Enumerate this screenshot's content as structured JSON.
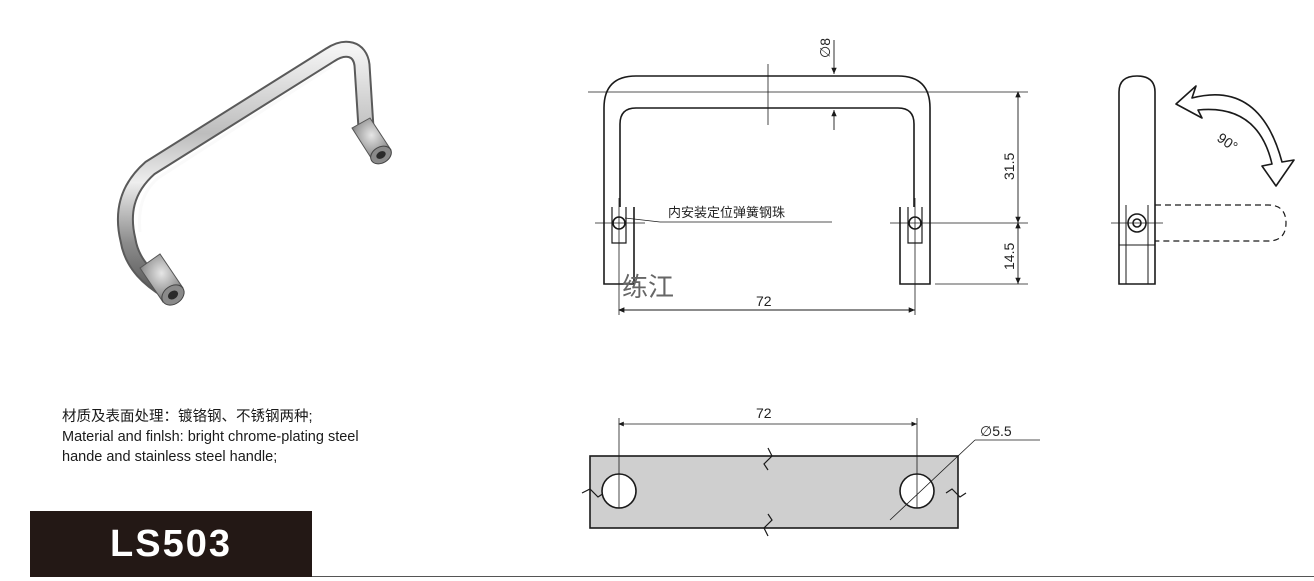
{
  "product": {
    "model": "LS503"
  },
  "description": {
    "chinese": "材质及表面处理：镀铬钢、不锈钢两种;",
    "english_line1": "Material and finlsh: bright chrome-plating steel",
    "english_line2": "hande and stainless steel handle;"
  },
  "front_view": {
    "wire_diameter": "∅8",
    "height_upper": "31.5",
    "height_lower": "14.5",
    "width": "72",
    "inner_note": "内安装定位弹簧钢珠",
    "watermark": "练江"
  },
  "side_view": {
    "rotation_angle": "90°"
  },
  "mounting_plate": {
    "hole_spacing": "72",
    "hole_diameter": "∅5.5"
  },
  "colors": {
    "model_box_bg": "#231815",
    "plate_fill": "#cfcfcf",
    "line": "#1a1a1a"
  }
}
